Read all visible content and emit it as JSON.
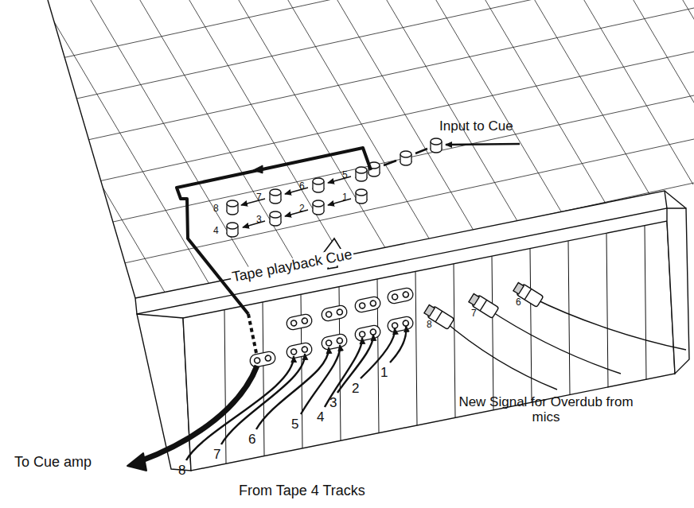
{
  "diagram": {
    "labels": [
      "Input to Cue",
      "8",
      "7",
      "6",
      "5",
      "4",
      "3",
      "2",
      "1",
      "Tape playback Cue",
      "8",
      "7",
      "6",
      "New Signal for Overdub from mics",
      "1",
      "2",
      "3",
      "4",
      "5",
      "6",
      "7",
      "8",
      "To Cue amp",
      "From Tape 4 Tracks"
    ]
  }
}
